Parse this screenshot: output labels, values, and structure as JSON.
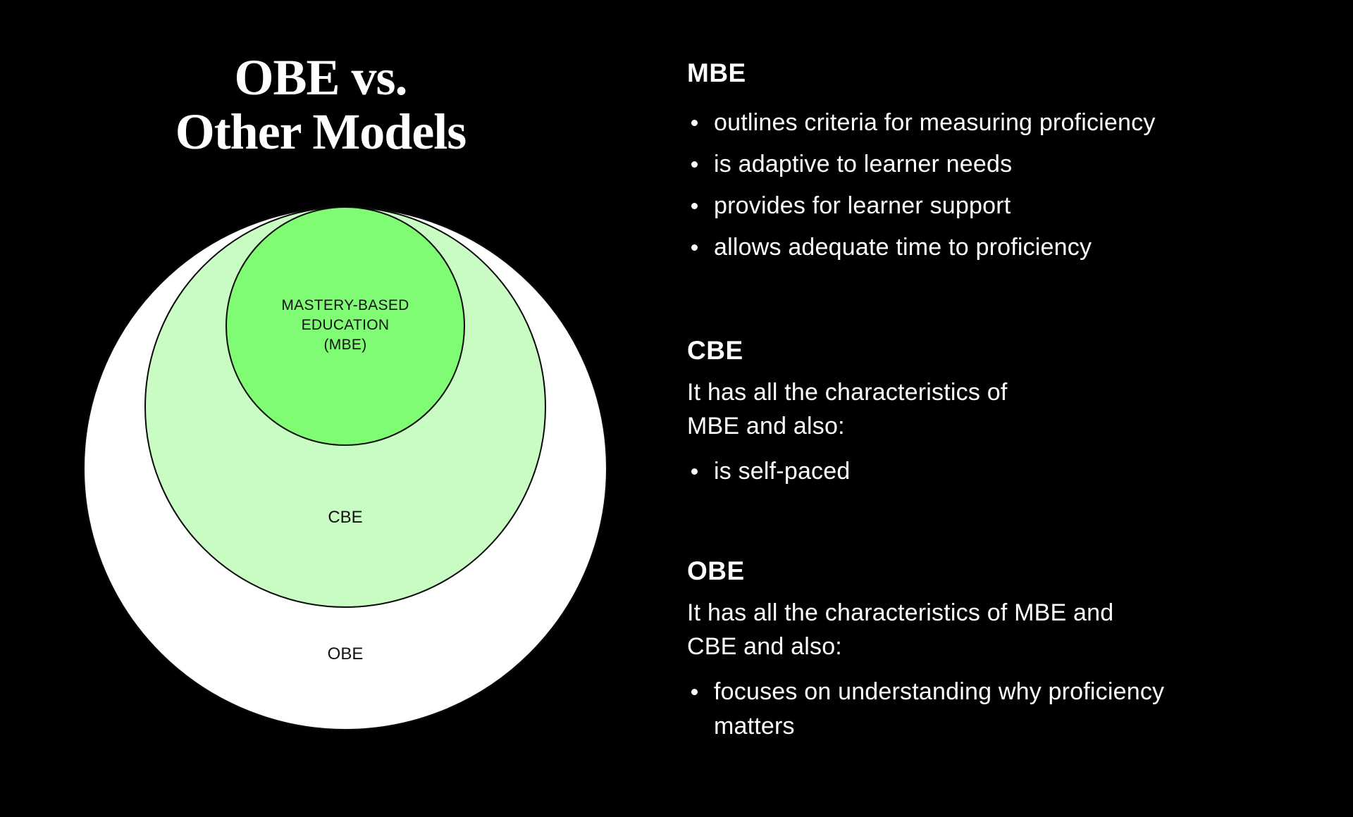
{
  "title": {
    "line1": "OBE vs.",
    "line2": "Other Models"
  },
  "diagram": {
    "obe": {
      "label": "OBE",
      "fill": "#ffffff"
    },
    "cbe": {
      "label": "CBE",
      "fill": "#c9fcc2"
    },
    "mbe": {
      "label_line1": "MASTERY-BASED",
      "label_line2": "EDUCATION",
      "label_line3": "(MBE)",
      "fill": "#7ffc73"
    }
  },
  "sections": [
    {
      "heading": "MBE",
      "intro_lines": [],
      "bullets": [
        [
          "outlines criteria for measuring proficiency"
        ],
        [
          "is adaptive to learner needs"
        ],
        [
          "provides for learner support"
        ],
        [
          "allows adequate time to proficiency"
        ]
      ]
    },
    {
      "heading": "CBE",
      "intro_lines": [
        "It has all the characteristics of",
        "MBE and also:"
      ],
      "bullets": [
        [
          "is self-paced"
        ]
      ]
    },
    {
      "heading": "OBE",
      "intro_lines": [
        "It has all the characteristics of MBE and",
        "CBE and also:"
      ],
      "bullets": [
        [
          "focuses on understanding why proficiency",
          "matters"
        ]
      ]
    }
  ],
  "colors": {
    "background": "#000000",
    "mbe_fill": "#7ffc73",
    "cbe_fill": "#c9fcc2",
    "obe_fill": "#ffffff",
    "circle_outline": "#0a0a0a",
    "text_light": "#ffffff",
    "text_dark": "#111111"
  }
}
